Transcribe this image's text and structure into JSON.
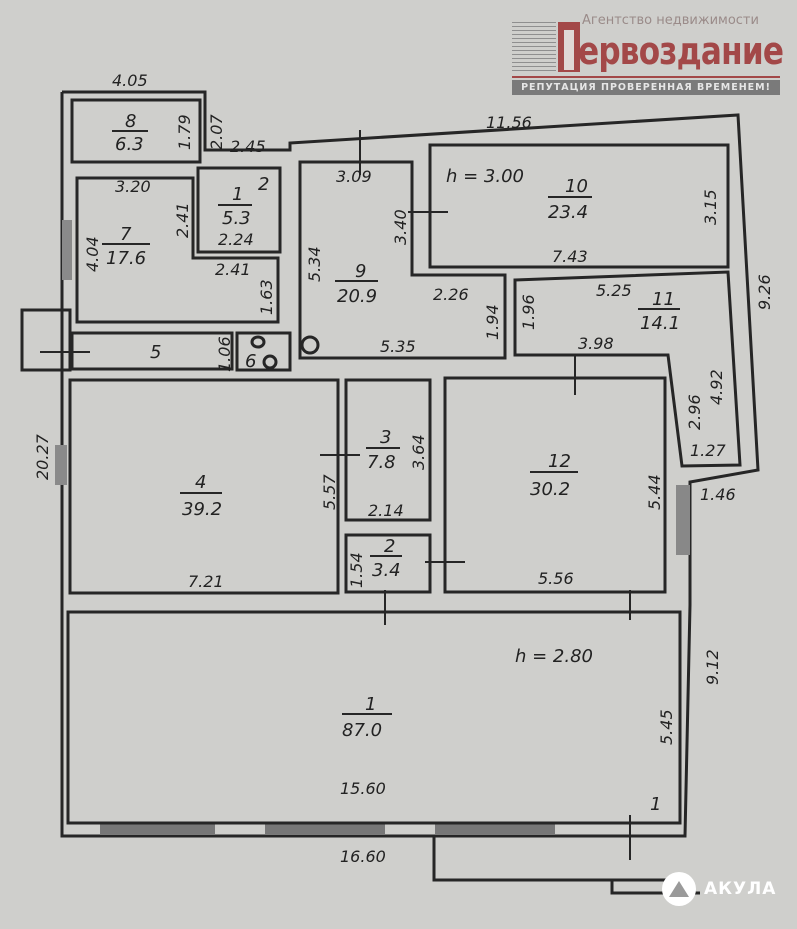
{
  "logo": {
    "subtitle": "Агентство недвижимости",
    "name": "Первоздание",
    "name_rest": "ервоздание",
    "tagline": "РЕПУТАЦИЯ ПРОВЕРЕННАЯ ВРЕМЕНЕМ!"
  },
  "watermark": "АКУЛА",
  "heights": {
    "upper": "h = 3.00",
    "lower": "h = 2.80"
  },
  "rooms": {
    "r8": {
      "num": "8",
      "area": "6.3"
    },
    "r7": {
      "num": "7",
      "area": "17.6"
    },
    "r1a": {
      "num": "1",
      "area": "5.3"
    },
    "r2a": {
      "num": "2"
    },
    "r9": {
      "num": "9",
      "area": "20.9"
    },
    "r10": {
      "num": "10",
      "area": "23.4"
    },
    "r11": {
      "num": "11",
      "area": "14.1"
    },
    "r5": {
      "num": "5"
    },
    "r6": {
      "num": "6"
    },
    "r4": {
      "num": "4",
      "area": "39.2"
    },
    "r3": {
      "num": "3",
      "area": "7.8"
    },
    "r2": {
      "num": "2",
      "area": "3.4"
    },
    "r12": {
      "num": "12",
      "area": "30.2"
    },
    "r1": {
      "num": "1",
      "area": "87.0"
    },
    "r1mark": {
      "num": "1"
    }
  },
  "dims": {
    "d405": "4.05",
    "d179": "1.79",
    "d207": "2.07",
    "d245": "2.45",
    "d1156": "11.56",
    "d320": "3.20",
    "d241a": "2.41",
    "d404": "4.04",
    "d224": "2.24",
    "d241b": "2.41",
    "d163": "1.63",
    "d309": "3.09",
    "d340": "3.40",
    "d534": "5.34",
    "d226": "2.26",
    "d194": "1.94",
    "d535": "5.35",
    "d743": "7.43",
    "d315": "3.15",
    "d926": "9.26",
    "d196": "1.96",
    "d525": "5.25",
    "d398": "3.98",
    "d492": "4.92",
    "d296": "2.96",
    "d127": "1.27",
    "d146": "1.46",
    "d106": "1.06",
    "d2027": "20.27",
    "d557": "5.57",
    "d364": "3.64",
    "d214": "2.14",
    "d154": "1.54",
    "d544": "5.44",
    "d721": "7.21",
    "d556": "5.56",
    "d912": "9.12",
    "d545": "5.45",
    "d1560": "15.60",
    "d1660": "16.60"
  }
}
